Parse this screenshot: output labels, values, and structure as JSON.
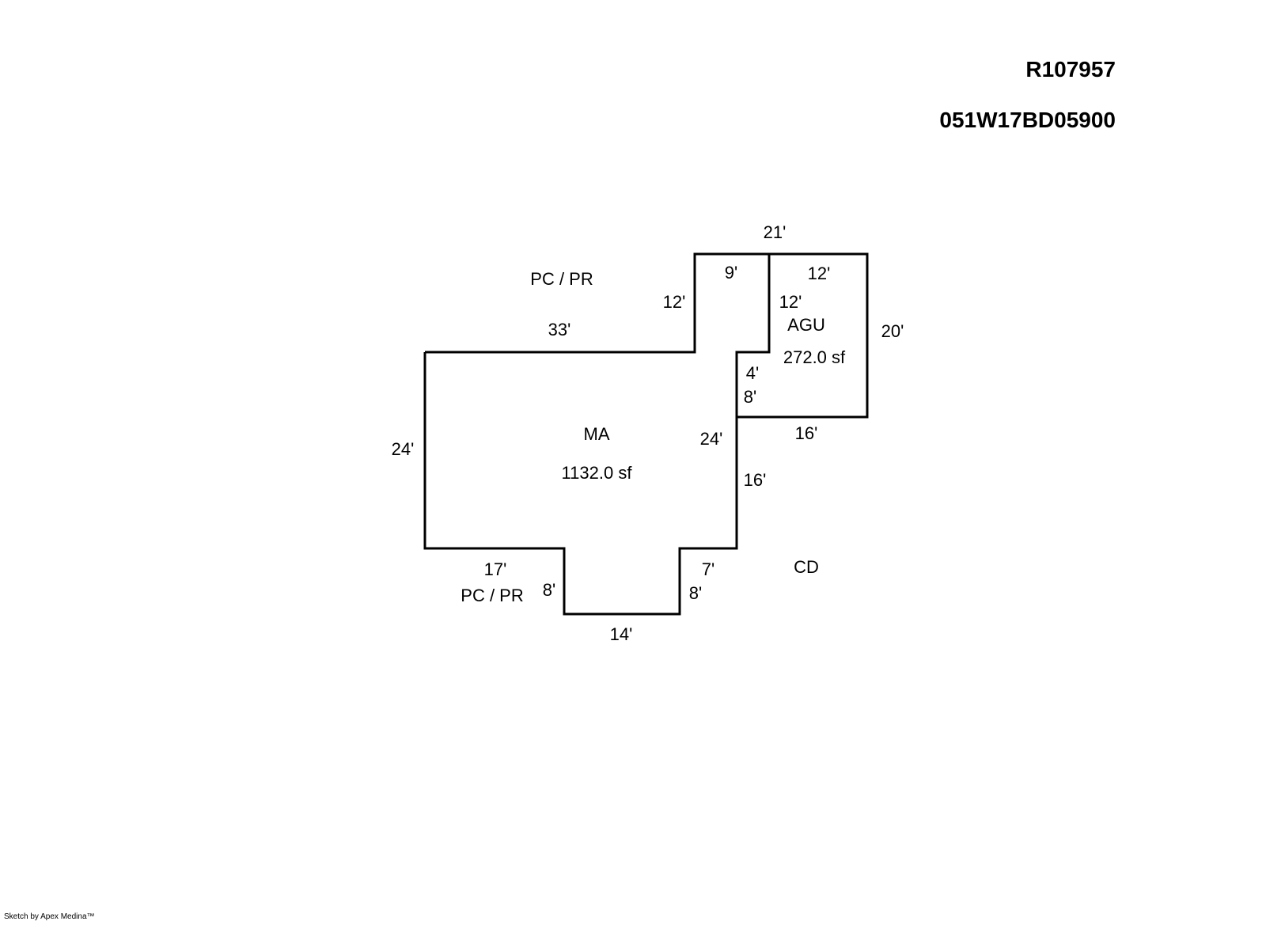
{
  "header": {
    "property_id": "R107957",
    "parcel_number": "051W17BD05900"
  },
  "areas": {
    "main": {
      "code": "MA",
      "area": "1132.0 sf"
    },
    "garage": {
      "code": "AGU",
      "area": "272.0 sf"
    },
    "porch_top": "PC / PR",
    "porch_bottom": "PC / PR",
    "deck": "CD"
  },
  "dimensions": {
    "top_total": "21'",
    "notch_top": "9'",
    "garage_top": "12'",
    "notch_left": "12'",
    "garage_inner_left": "12'",
    "garage_right": "20'",
    "main_top": "33'",
    "step_horizontal": "4'",
    "step_vertical": "8'",
    "main_left": "24'",
    "main_right": "24'",
    "garage_bottom": "16'",
    "right_lower": "16'",
    "bottom_left": "17'",
    "bottom_right": "7'",
    "bump_left": "8'",
    "bump_right": "8'",
    "bump_bottom": "14'"
  },
  "footer": "Sketch by Apex Medina™"
}
